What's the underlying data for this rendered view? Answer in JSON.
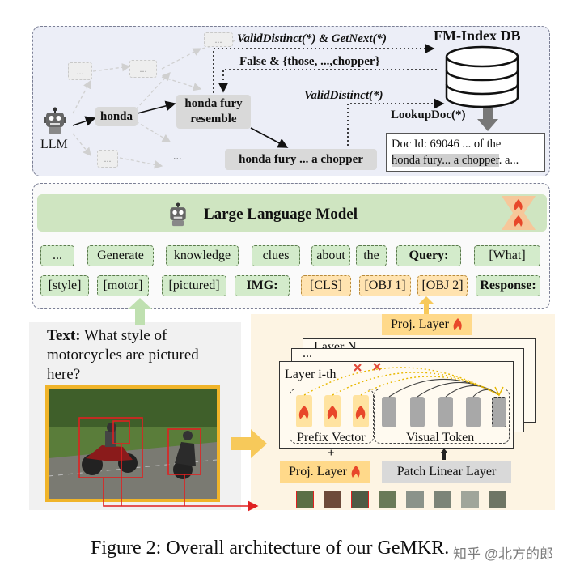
{
  "top": {
    "llm_label": "LLM",
    "node_honda": "honda",
    "node_resemble_line1": "honda fury",
    "node_resemble_line2": "resemble",
    "node_chopper": "honda fury ...  a chopper",
    "ellipsis": "...",
    "ghost_text": "...",
    "label_valid_getnext": "ValidDistinct(*) & GetNext(*)",
    "label_false": "False & {those, ...,chopper}",
    "label_valid": "ValidDistinct(*)",
    "label_lookup": "LookupDoc(*)",
    "db_title": "FM-Index DB",
    "doc_line1": "Doc Id: 69046 ... of the",
    "doc_line2_pre": "honda fury... a chopper",
    "doc_line2_post": ". a..."
  },
  "middle": {
    "title": "Large Language Model",
    "row1": [
      "...",
      "Generate",
      "knowledge",
      "clues",
      "about",
      "the",
      "Query:",
      "[What]"
    ],
    "row2": [
      "[style]",
      "[motor]",
      "[pictured]",
      "IMG:",
      "[CLS]",
      "[OBJ 1]",
      "[OBJ 2]",
      "Response:"
    ]
  },
  "bottom": {
    "text_label": "Text:",
    "text_body": " What style of motorcycles are pictured here?",
    "proj_top": "Proj. Layer",
    "layer_n": "Layer N",
    "layer_dots": "...",
    "layer_i": "Layer i-th",
    "prefix_vector": "Prefix Vector",
    "visual_token": "Visual Token",
    "proj_bottom": "Proj. Layer",
    "patch_layer": "Patch Linear Layer",
    "plus": "+"
  },
  "caption": "Figure 2: Overall architecture of our GeMKR.",
  "watermark": "知乎 @北方的郎",
  "colors": {
    "top_bg": "#eceef7",
    "llm_green": "#cfe5c1",
    "token_green": "#d3ebcb",
    "token_yellow": "#ffe3b0",
    "proj_yellow": "#ffd98a",
    "flame_red": "#e8472a",
    "image_border": "#f0b429",
    "box_red": "#e02020"
  },
  "icons": [
    "robot-icon",
    "database-icon",
    "flame-icon",
    "down-arrow-icon",
    "x-mark-icon"
  ]
}
